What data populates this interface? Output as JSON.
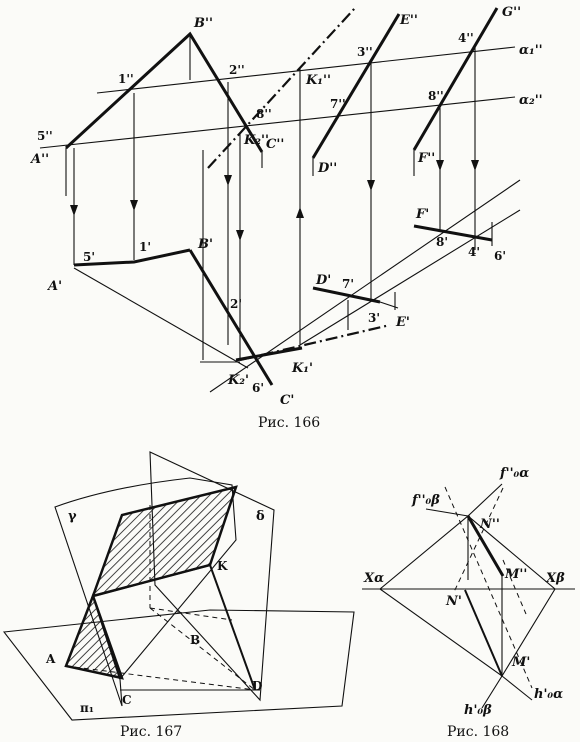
{
  "fig166": {
    "caption": "Рис. 166",
    "labels": {
      "B2": "B''",
      "one2": "1''",
      "two2": "2''",
      "K1_2": "K₁''",
      "three2": "3''",
      "E2": "E''",
      "four2": "4''",
      "G2": "G''",
      "alpha1": "α₁''",
      "alpha2": "α₂''",
      "five2": "5''",
      "A2": "A''",
      "K2_2": "K₂''",
      "eight2_mid": "8''",
      "C2": "C''",
      "seven2": "7''",
      "D2": "D''",
      "eight2": "8''",
      "F2": "F''",
      "five1": "5'",
      "one1": "1'",
      "B1": "B'",
      "A1": "A'",
      "two1": "2'",
      "D1": "D'",
      "seven1": "7'",
      "three1": "3'",
      "E1": "E'",
      "F1": "F'",
      "eight1": "8'",
      "four1": "4'",
      "six1_r": "6'",
      "K2_1": "K₂'",
      "six1": "6'",
      "K1_1": "K₁'",
      "C1": "C'"
    }
  },
  "fig167": {
    "caption": "Рис. 167",
    "labels": {
      "gamma": "γ",
      "delta": "δ",
      "A": "A",
      "B": "B",
      "C": "C",
      "D": "D",
      "K": "K",
      "pi": "π₁"
    }
  },
  "fig168": {
    "caption": "Рис. 168",
    "labels": {
      "f0b": "f''₀β",
      "f0a": "f''₀α",
      "N2": "N''",
      "Xa": "Xα",
      "Xb": "Xβ",
      "M2": "M''",
      "N1": "N'",
      "M1": "M'",
      "h0b": "h'₀β",
      "h0a": "h'₀α"
    }
  }
}
